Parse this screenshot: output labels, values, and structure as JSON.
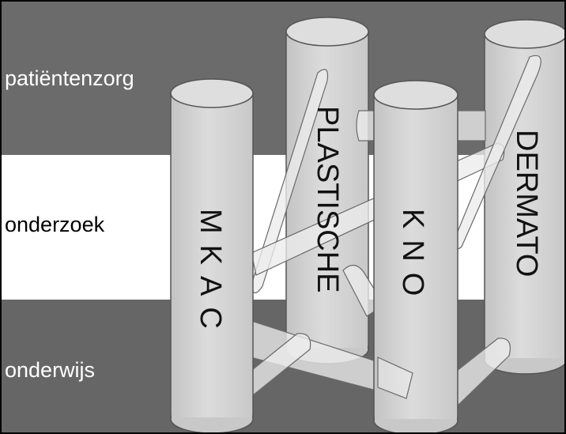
{
  "bands": [
    {
      "label": "patiëntenzorg",
      "fill": "#6b6b6b",
      "text_color": "#ffffff"
    },
    {
      "label": "onderzoek",
      "fill": "#ffffff",
      "text_color": "#000000"
    },
    {
      "label": "onderwijs",
      "fill": "#666666",
      "text_color": "#ffffff"
    }
  ],
  "columns": [
    {
      "label": "MKAC"
    },
    {
      "label": "PLASTISCHE"
    },
    {
      "label": "KNO"
    },
    {
      "label": "DERMATO"
    }
  ],
  "colors": {
    "cylinder_body": "#d4d4d4",
    "cylinder_top": "#dedede",
    "cylinder_stroke": "#555555",
    "bar_fill": "#e9e9e9"
  }
}
